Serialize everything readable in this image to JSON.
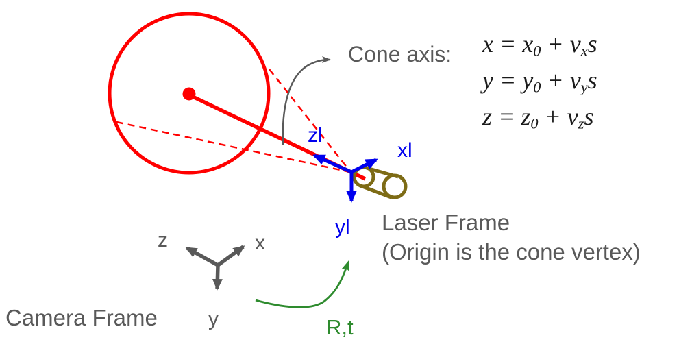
{
  "colors": {
    "red": "#ff0000",
    "blue": "#0000ee",
    "gray": "#595959",
    "green": "#2e8b2e",
    "olive": "#7d6b15",
    "ink": "#1a1a1a"
  },
  "labels": {
    "cone_axis": "Cone axis:",
    "laser_frame_line1": "Laser Frame",
    "laser_frame_line2": "(Origin is the cone vertex)",
    "camera_frame": "Camera Frame",
    "transform": "R,t",
    "laser_axis_x": "xl",
    "laser_axis_y": "yl",
    "laser_axis_z": "zl",
    "camera_axis_x": "x",
    "camera_axis_y": "y",
    "camera_axis_z": "z"
  },
  "equations": [
    {
      "tokens": [
        {
          "t": "x = "
        },
        {
          "t": "x",
          "sub": "0"
        },
        {
          "t": " + "
        },
        {
          "t": "v",
          "sub": "x"
        },
        {
          "t": "s"
        }
      ]
    },
    {
      "tokens": [
        {
          "t": "y = "
        },
        {
          "t": "y",
          "sub": "0"
        },
        {
          "t": " + "
        },
        {
          "t": "v",
          "sub": "y"
        },
        {
          "t": "s"
        }
      ]
    },
    {
      "tokens": [
        {
          "t": "z = "
        },
        {
          "t": "z",
          "sub": "0"
        },
        {
          "t": " + "
        },
        {
          "t": "v",
          "sub": "z"
        },
        {
          "t": "s"
        }
      ]
    }
  ]
}
